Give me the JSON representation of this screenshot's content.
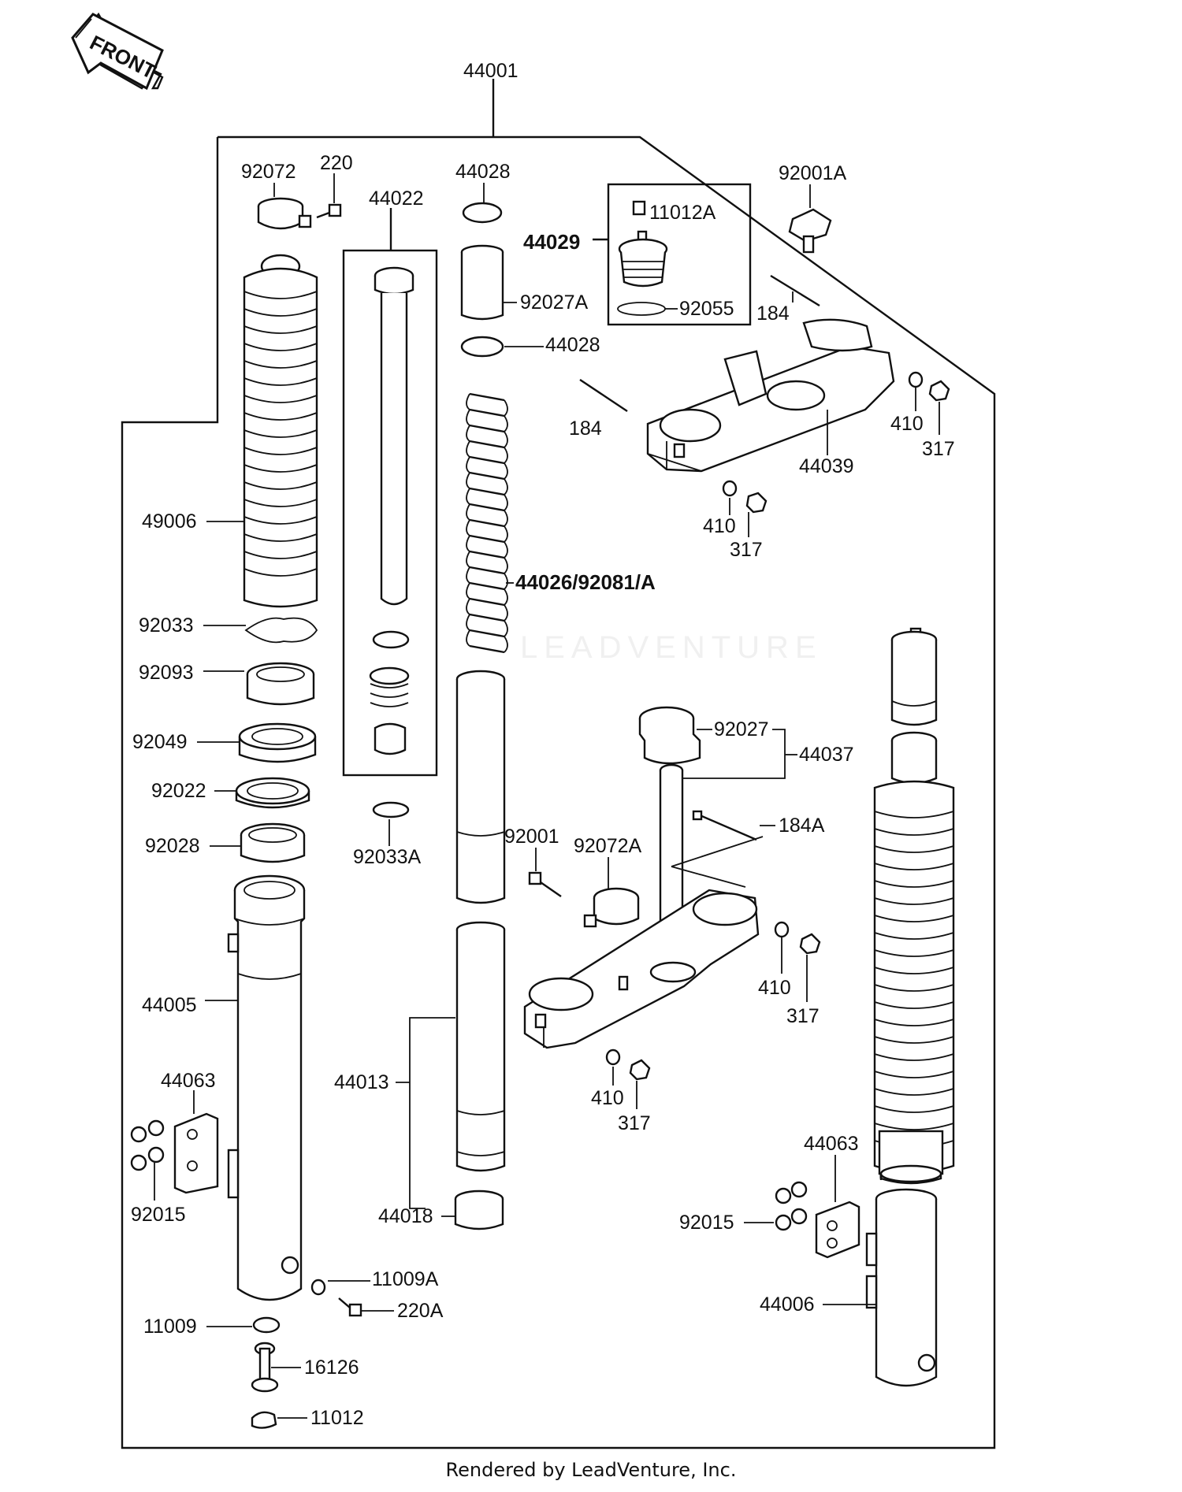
{
  "direction_badge": "FRONT",
  "footer": "Rendered by LeadVenture, Inc.",
  "watermark": "LEADVENTURE",
  "labels": {
    "p44001": "44001",
    "p92072": "92072",
    "p220": "220",
    "p44022": "44022",
    "p44028a": "44028",
    "p44029": "44029",
    "p11012A": "11012A",
    "p92055": "92055",
    "p92001A": "92001A",
    "p92027A": "92027A",
    "p44028b": "44028",
    "p184a": "184",
    "p184b": "184",
    "p410a": "410",
    "p317a": "317",
    "p44039": "44039",
    "p410b": "410",
    "p317b": "317",
    "p49006": "49006",
    "p44026": "44026/92081/A",
    "p92033": "92033",
    "p92093": "92093",
    "p92049": "92049",
    "p92022": "92022",
    "p92028": "92028",
    "p92033A": "92033A",
    "p92027": "92027",
    "p44037": "44037",
    "p184A": "184A",
    "p92001": "92001",
    "p92072A": "92072A",
    "p410c": "410",
    "p317c": "317",
    "p410d": "410",
    "p317d": "317",
    "p44005": "44005",
    "p44063a": "44063",
    "p92015a": "92015",
    "p44013": "44013",
    "p44018": "44018",
    "p11009A": "11009A",
    "p220A": "220A",
    "p11009": "11009",
    "p16126": "16126",
    "p11012": "11012",
    "p44063b": "44063",
    "p92015b": "92015",
    "p44006": "44006"
  }
}
